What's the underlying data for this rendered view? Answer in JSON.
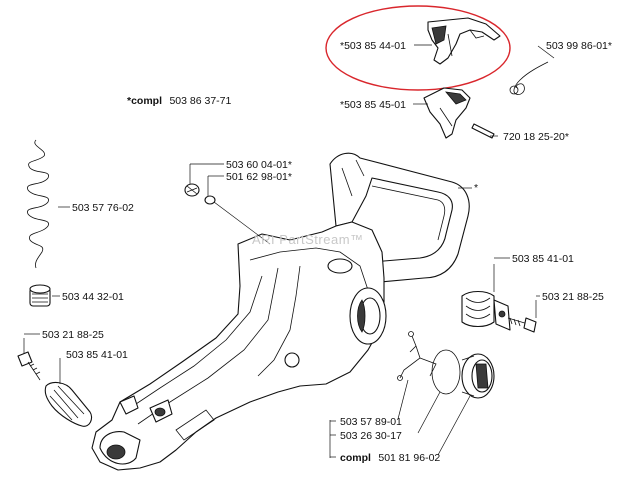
{
  "labels": {
    "throttle_trigger": "*503 85 44-01",
    "spring_top": "503 99 86-01*",
    "compl_top": "*compl",
    "compl_top_num": "503 86 37-71",
    "trigger_lockout": "*503 85 45-01",
    "pin": "720 18 25-20*",
    "screw_a": "503 60 04-01*",
    "screw_b": "501 62 98-01*",
    "handle_star": "*",
    "coil_spring": "503 57 76-02",
    "plug": "503 44 32-01",
    "av_right": "503 85 41-01",
    "screw_right": "503 21 88-25",
    "screw_left": "503 21 88-25",
    "av_left": "503 85 41-01",
    "wire_spring": "503 57 89-01",
    "gasket": "503 26 30-17",
    "compl_bottom": "compl",
    "compl_bottom_num": "501 81 96-02"
  },
  "watermark": "ARI PartStream™",
  "highlight_color": "#d9262c"
}
